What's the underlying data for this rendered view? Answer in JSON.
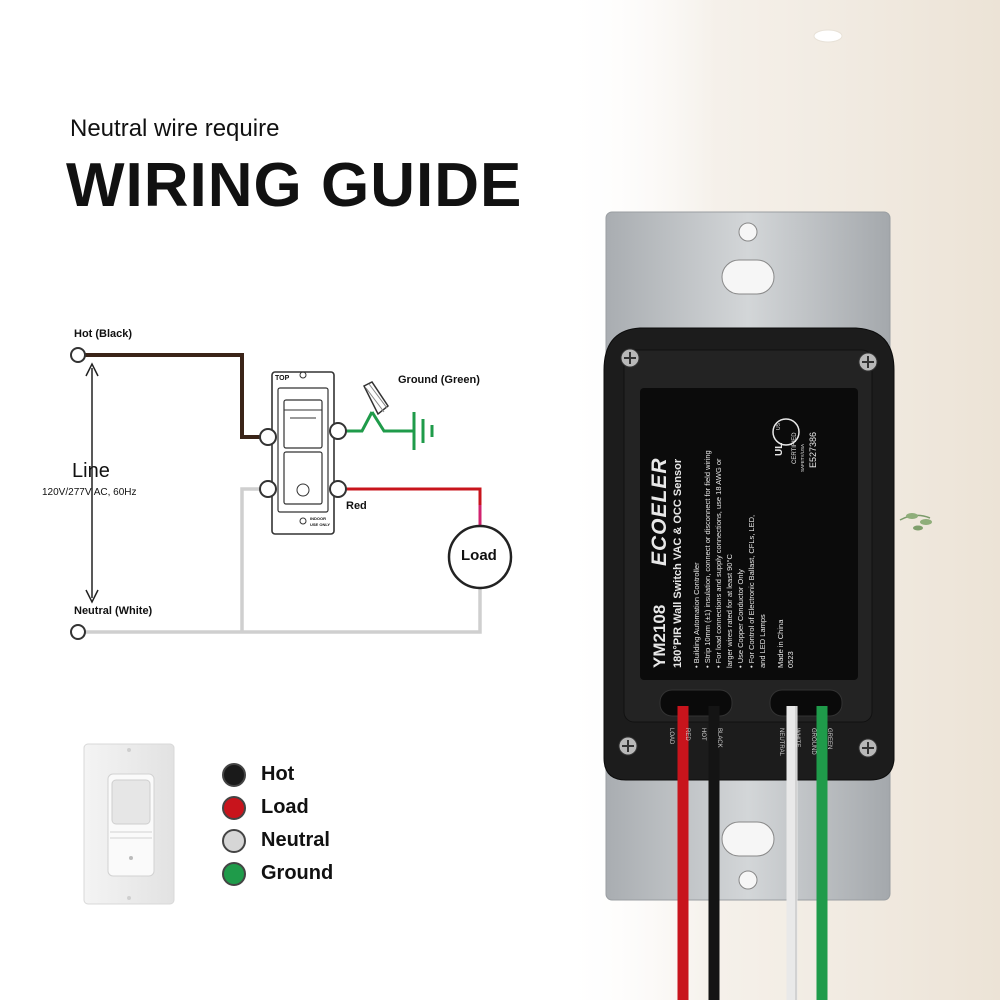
{
  "header": {
    "subtitle": "Neutral wire require",
    "title": "WIRING GUIDE"
  },
  "diagram": {
    "hot_label": "Hot (Black)",
    "ground_label": "Ground (Green)",
    "line_label": "Line",
    "voltage_label": "120V/277V AC, 60Hz",
    "red_label": "Red",
    "load_label": "Load",
    "neutral_label": "Neutral (White)",
    "switch_top": "TOP",
    "switch_indoor_1": "INDOOR",
    "switch_indoor_2": "USE ONLY"
  },
  "legend": [
    {
      "label": "Hot",
      "color": "#1a1a1a"
    },
    {
      "label": "Load",
      "color": "#c8141c"
    },
    {
      "label": "Neutral",
      "color": "#d6d6d6"
    },
    {
      "label": "Ground",
      "color": "#1f9b4a"
    }
  ],
  "device": {
    "brand": "ECOELER",
    "model": "YM2108",
    "description": "180°PIR Wall Switch VAC & OCC Sensor",
    "bullets": [
      "• Building Automation Controller",
      "• Strip 10mm (±1) insulation, connect or disconnect for field wiring",
      "• For load connections and supply connections, use 18 AWG or",
      "  larger wires rated for at least 90°C",
      "• Use Copper Conductor Only",
      "• For Control of Electronic Ballast, CFLs, LED,",
      "  and LED Lamps"
    ],
    "made_in": "Made in China",
    "date_code": "0523",
    "ul_mark": "UL",
    "ul_us": "US",
    "ul_certified": "CERTIFIED",
    "ul_number": "E527386",
    "ul_small": "SAFETY/USA",
    "wire_labels": [
      "LOAD",
      "RED",
      "HOT",
      "BLACK",
      "NEUTRAL",
      "WHITE",
      "GROUND",
      "GREEN"
    ]
  },
  "colors": {
    "hot": "#1a1a1a",
    "load": "#c8141c",
    "neutral": "#cfcfcf",
    "ground": "#1f9b4a",
    "load_pink": "#d1236f",
    "plate": "#b5b8bb",
    "device_body": "#1c1c1c"
  }
}
